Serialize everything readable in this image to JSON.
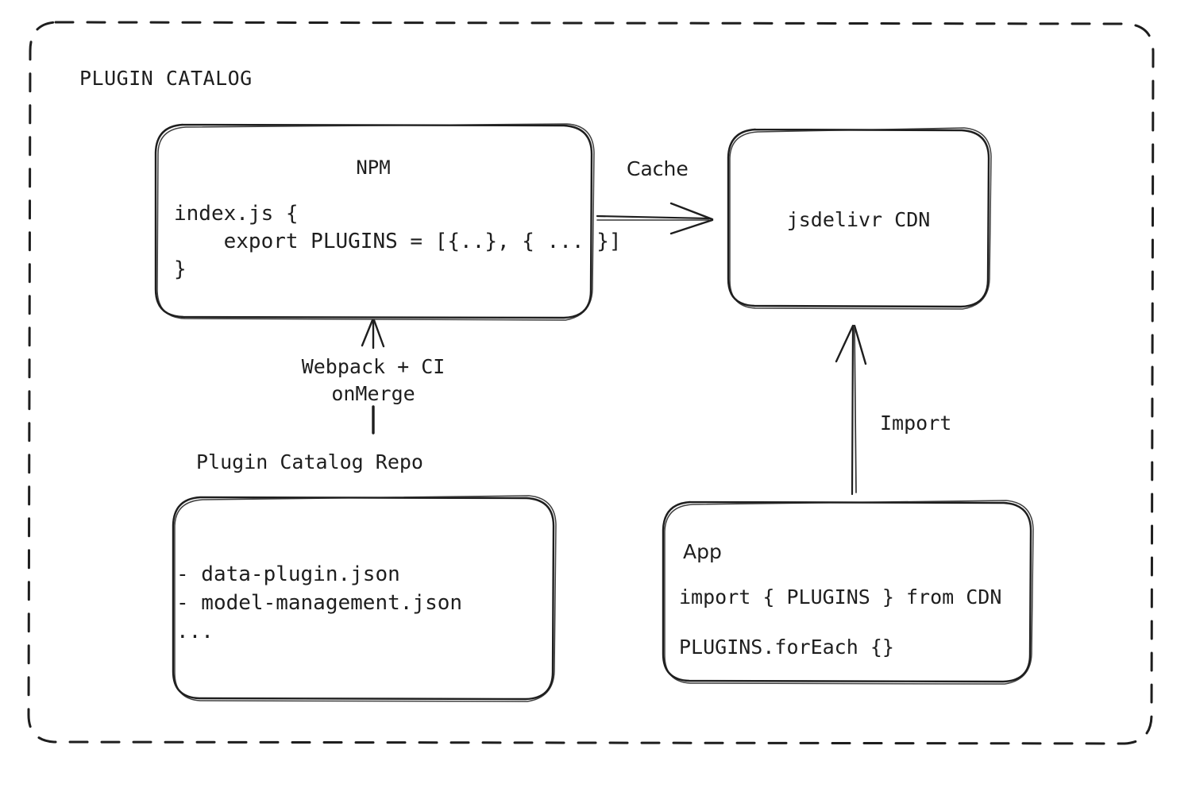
{
  "diagram": {
    "type": "architecture-flow",
    "title": "PLUGIN CATALOG",
    "stroke_color": "#1e1e1e",
    "background_color": "#ffffff",
    "container": {
      "label": "PLUGIN CATALOG",
      "border_style": "dashed",
      "shape": "rounded-rectangle"
    },
    "nodes": [
      {
        "id": "npm",
        "title": "NPM",
        "title_align": "center",
        "code_lines": [
          "index.js {",
          "    export PLUGINS = [{..}, { ... }]",
          "}"
        ]
      },
      {
        "id": "cdn",
        "title": "jsdelivr CDN",
        "title_align": "center",
        "code_lines": []
      },
      {
        "id": "repo",
        "title": "Plugin Catalog Repo",
        "title_position": "above-box",
        "code_lines": [
          "- data-plugin.json",
          "- model-management.json",
          "..."
        ]
      },
      {
        "id": "app",
        "title": "App",
        "title_align": "left",
        "code_lines": [
          "import { PLUGINS } from CDN",
          "PLUGINS.forEach {}"
        ]
      }
    ],
    "edges": [
      {
        "id": "npm-to-cdn",
        "from": "npm",
        "to": "cdn",
        "label": "Cache",
        "direction": "right",
        "arrowhead": "open"
      },
      {
        "id": "repo-to-npm",
        "from": "repo",
        "to": "npm",
        "label": "Webpack + CI\nonMerge",
        "label_line_1": "Webpack + CI",
        "label_line_2": "onMerge",
        "direction": "up",
        "arrowhead": "open"
      },
      {
        "id": "app-to-cdn",
        "from": "app",
        "to": "cdn",
        "label": "Import",
        "direction": "up",
        "arrowhead": "open"
      }
    ]
  }
}
